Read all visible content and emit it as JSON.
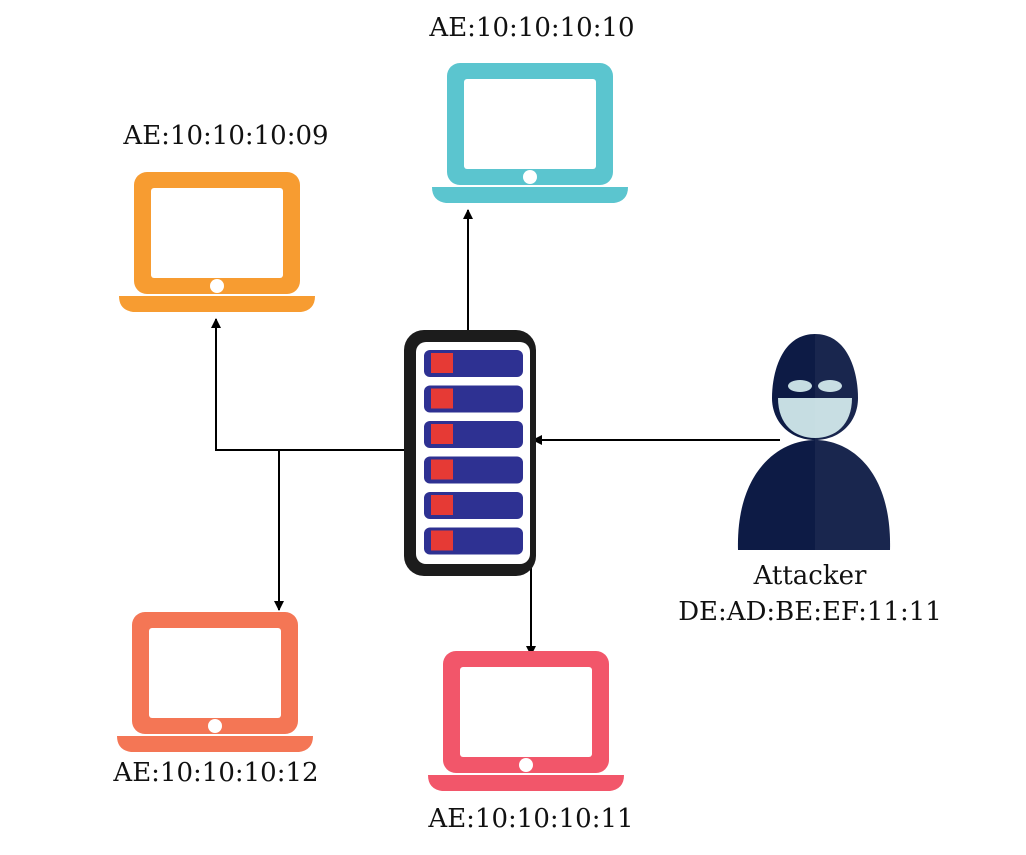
{
  "nodes": {
    "laptop_top": {
      "mac": "AE:10:10:10:10",
      "color": "#5bc5cf"
    },
    "laptop_left": {
      "mac": "AE:10:10:10:09",
      "color": "#f79c31"
    },
    "laptop_bottom_left": {
      "mac": "AE:10:10:10:12",
      "color": "#f47655"
    },
    "laptop_bottom": {
      "mac": "AE:10:10:10:11",
      "color": "#f2566a"
    },
    "switch": {
      "icon": "server-rack-icon",
      "frame_color": "#1c1c1c",
      "slot_color": "#2e3192",
      "led_color": "#e63a35"
    },
    "attacker": {
      "label": "Attacker",
      "mac": "DE:AD:BE:EF:11:11",
      "icon": "hooded-hacker-icon",
      "color": "#0d1b45",
      "mask_color": "#c6dde2"
    }
  },
  "edge_color": "#000000"
}
